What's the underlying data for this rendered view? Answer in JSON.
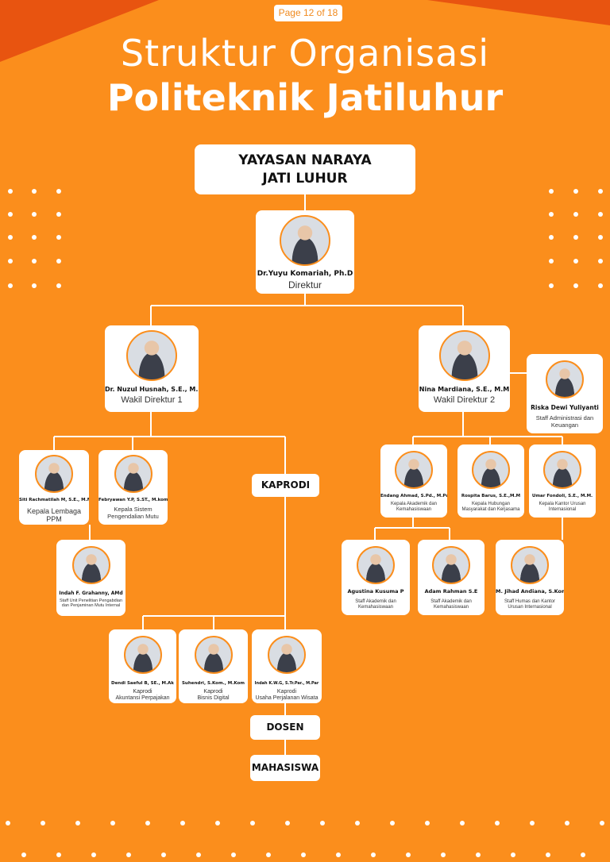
{
  "page_badge": "Page 12 of 18",
  "title_line1": "Struktur Organisasi",
  "title_line2": "Politeknik Jatiluhur",
  "foundation": {
    "line1": "YAYASAN NARAYA",
    "line2": "JATI LUHUR"
  },
  "director": {
    "name": "Dr.Yuyu Komariah, Ph.D",
    "role": "Direktur"
  },
  "vice1": {
    "name": "Dr. Nuzul Husnah, S.E., M.M",
    "role": "Wakil Direktur 1"
  },
  "vice2": {
    "name": "Nina Mardiana, S.E., M.M",
    "role": "Wakil Direktur 2"
  },
  "admin_staff": {
    "name": "Riska Dewi Yuliyanti",
    "role": "Staff Administrasi dan Keuangan"
  },
  "ppm_head": {
    "name": "Siti Rachmatilah M, S.E., M.M",
    "role": "Kepala Lembaga PPM"
  },
  "qa_head": {
    "name": "Febryawan Y.P, S.ST., M.kom",
    "role": "Kepala Sistem Pengendalian Mutu"
  },
  "ppm_staff": {
    "name": "Indah F. Grahanny, AMd",
    "role": "Staff Unit Penelitian Pengabdian dan Penjaminan Mutu Internal"
  },
  "kaprodi_label": "KAPRODI",
  "prodi1": {
    "name": "Dendi Saeful B, SE., M.Ak",
    "role_line1": "Kaprodi",
    "role_line2": "Akuntansi Perpajakan"
  },
  "prodi2": {
    "name": "Suhendri, S.Kom., M.Kom",
    "role_line1": "Kaprodi",
    "role_line2": "Bisnis Digital"
  },
  "prodi3": {
    "name": "Indah K.W.G, S.Tr.Par., M.Par",
    "role_line1": "Kaprodi",
    "role_line2": "Usaha Perjalanan Wisata"
  },
  "dosen_label": "DOSEN",
  "mahasiswa_label": "MAHASISWA",
  "academic_head": {
    "name": "Endang Ahmad, S.Pd., M.Pd",
    "role": "Kepala Akademik dan Kemahasiswaan"
  },
  "pr_head": {
    "name": "Rospita Barus, S.E.,M.M",
    "role": "Kepala Hubungan Masyarakat dan Kerjasama"
  },
  "intl_head": {
    "name": "Umar Fondoli, S.E., M.M.",
    "role": "Kepala Kantor Urusan Internasional"
  },
  "academic_staff1": {
    "name": "Agustina Kusuma P",
    "role": "Staff Akademik dan Kemahasiswaan"
  },
  "academic_staff2": {
    "name": "Adam Rahman S.E",
    "role": "Staff Akademik dan Kemahasiswaan"
  },
  "intl_staff": {
    "name": "M. Jihad Andiana, S.Kom",
    "role": "Staff Humas dan Kantor Urusan Internasional"
  },
  "colors": {
    "background": "#FB8E1C",
    "accent": "#E85410",
    "card": "#FFFFFF"
  }
}
